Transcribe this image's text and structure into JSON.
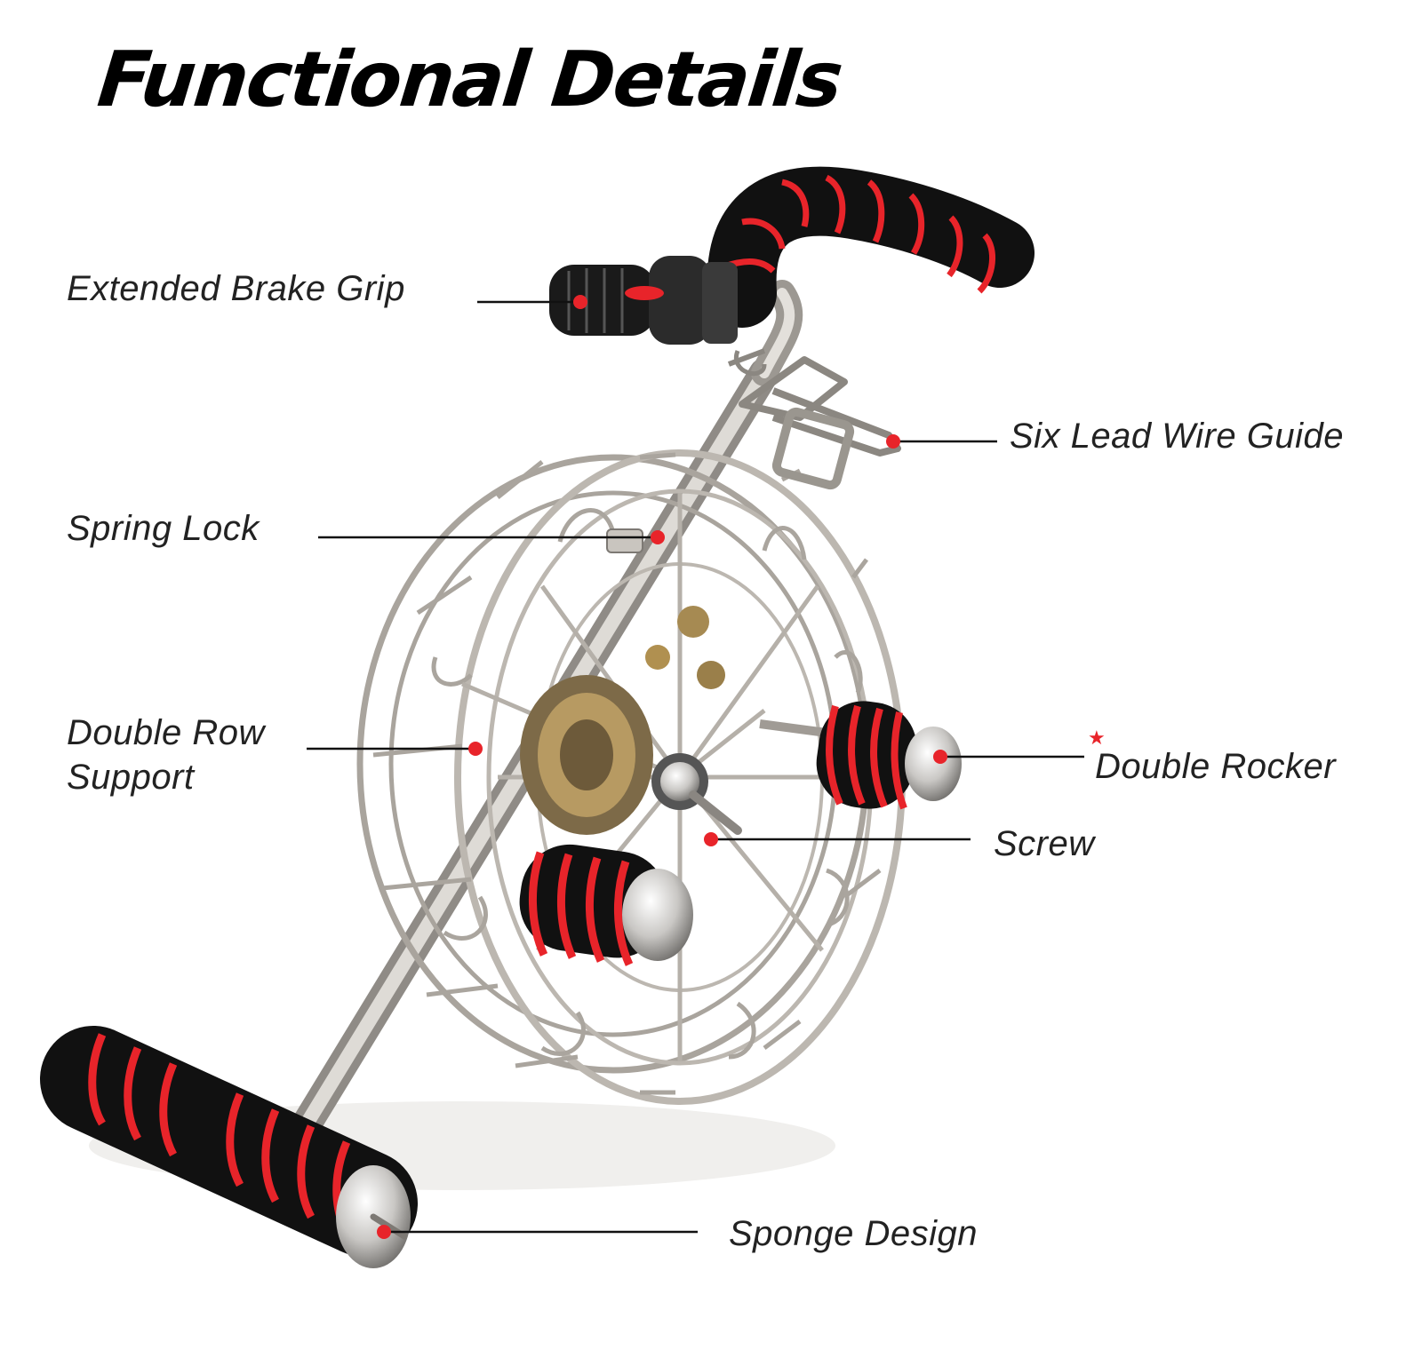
{
  "title": "Functional Details",
  "labels": {
    "extended_brake_grip": "Extended Brake Grip",
    "six_lead_wire_guide": "Six Lead Wire Guide",
    "spring_lock": "Spring Lock",
    "double_row_support_line1": "Double Row",
    "double_row_support_line2": "Support",
    "double_rocker": "Double Rocker",
    "double_rocker_marker": "★",
    "screw": "Screw",
    "sponge_design": "Sponge Design"
  },
  "colors": {
    "accent_red": "#e8242a",
    "foam_black": "#111111",
    "steel": "#b8b4ae",
    "text": "#222222"
  }
}
